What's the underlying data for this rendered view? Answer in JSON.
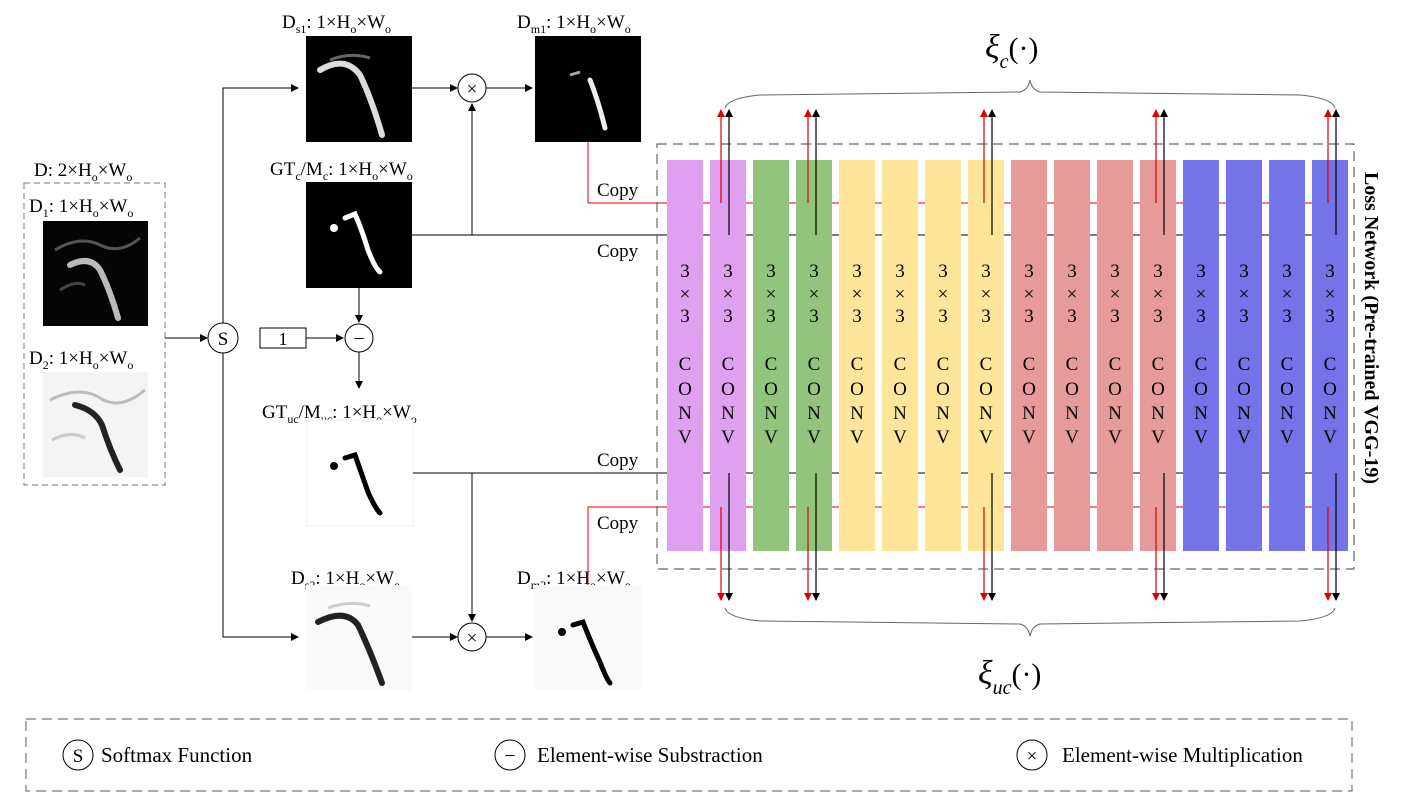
{
  "input": {
    "d_label": "D: 2×H",
    "d1_label": "D",
    "d2_label": "D"
  },
  "labels": {
    "ds1": "D",
    "dm1": "D",
    "gtc": "GT",
    "gtuc": "GT",
    "ds2": "D",
    "dm2": "D",
    "one": "1",
    "shape_suffix": ": 1×H",
    "w_suffix": "×W",
    "sub_o": "o"
  },
  "operators": {
    "softmax": "S",
    "minus": "−",
    "times": "×"
  },
  "copy_labels": [
    "Copy",
    "Copy",
    "Copy",
    "Copy"
  ],
  "xi": {
    "c_symbol": "ξ",
    "c_sub": "c",
    "uc_symbol": "ξ",
    "uc_sub": "uc",
    "arg": "(·)"
  },
  "loss_network_label": "Loss Network (Pre-trained VGG-19)",
  "conv_column_text": [
    "3",
    "×",
    "3",
    "C",
    "O",
    "N",
    "V"
  ],
  "conv_colors": {
    "purple": "#e0a0f0",
    "green": "#93c47d",
    "yellow": "#ffe599",
    "red": "#e69a9a",
    "blue": "#7474e8"
  },
  "conv_columns": [
    "purple",
    "purple",
    "green",
    "green",
    "yellow",
    "yellow",
    "yellow",
    "yellow",
    "red",
    "red",
    "red",
    "red",
    "blue",
    "blue",
    "blue",
    "blue"
  ],
  "legend": [
    {
      "symbol": "S",
      "text": "Softmax Function"
    },
    {
      "symbol": "−",
      "text": "Element-wise Substraction"
    },
    {
      "symbol": "×",
      "text": "Element-wise Multiplication"
    }
  ]
}
